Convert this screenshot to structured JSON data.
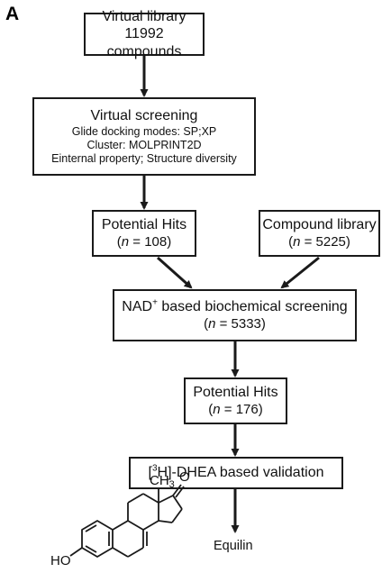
{
  "panel_label": "A",
  "boxes": {
    "virtual_library": {
      "line1": "Virtual library",
      "line2": "11992 compounds"
    },
    "virtual_screening": {
      "title": "Virtual screening",
      "line1": "Glide docking modes: SP;XP",
      "line2": "Cluster: MOLPRINT2D",
      "line3": "Einternal property; Structure diversity"
    },
    "potential_hits_1": {
      "title": "Potential Hits",
      "n_symbol": "n",
      "n_value": "108"
    },
    "compound_library": {
      "title": "Compound library",
      "n_symbol": "n",
      "n_value": "5225"
    },
    "nad_screening": {
      "prefix": "NAD",
      "sup": "+",
      "suffix": " based biochemical screening",
      "n_symbol": "n",
      "n_value": "5333"
    },
    "potential_hits_2": {
      "title": "Potential Hits",
      "n_symbol": "n",
      "n_value": "176"
    },
    "dhea_validation": {
      "open_bracket": "[",
      "sup": "3",
      "suffix": "H]-DHEA based validation"
    }
  },
  "result": {
    "compound_name": "Equilin",
    "structure_labels": {
      "methyl": "CH",
      "methyl_sub": "3",
      "ketone": "O",
      "hydroxyl": "HO"
    }
  },
  "colors": {
    "line": "#1a1a1a",
    "text": "#111111",
    "background": "#ffffff"
  }
}
